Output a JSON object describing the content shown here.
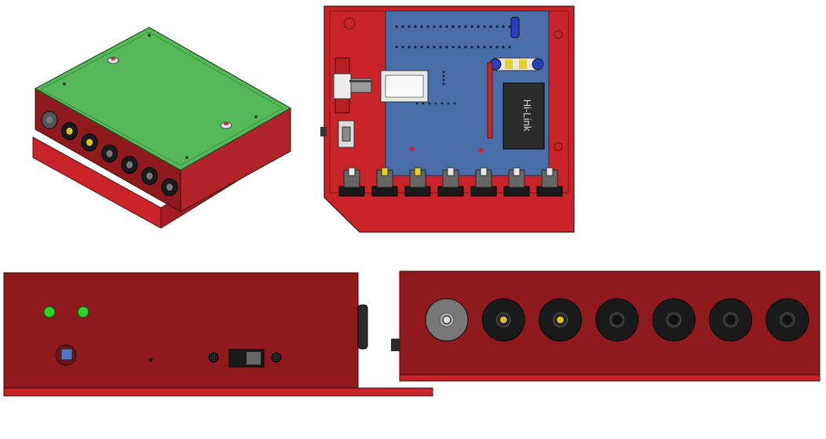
{
  "canvas": {
    "background": "#ffffff"
  },
  "colors": {
    "enclosure_red": "#c8242a",
    "enclosure_dark": "#8e1a1e",
    "lid_green": "#55b95a",
    "pcb_blue": "#4a6fa8",
    "connector_black": "#1a1a1a",
    "led_green": "#2fd12f",
    "module_dark": "#2b2b2b"
  },
  "views": {
    "isometric": {
      "label": "isometric-view",
      "connector_count": 7
    },
    "top_open": {
      "label": "top-view-open-lid",
      "module_text": "Hi-Link"
    },
    "side": {
      "label": "side-view",
      "led_count": 2
    },
    "front": {
      "label": "front-view",
      "connector_count": 7
    }
  }
}
